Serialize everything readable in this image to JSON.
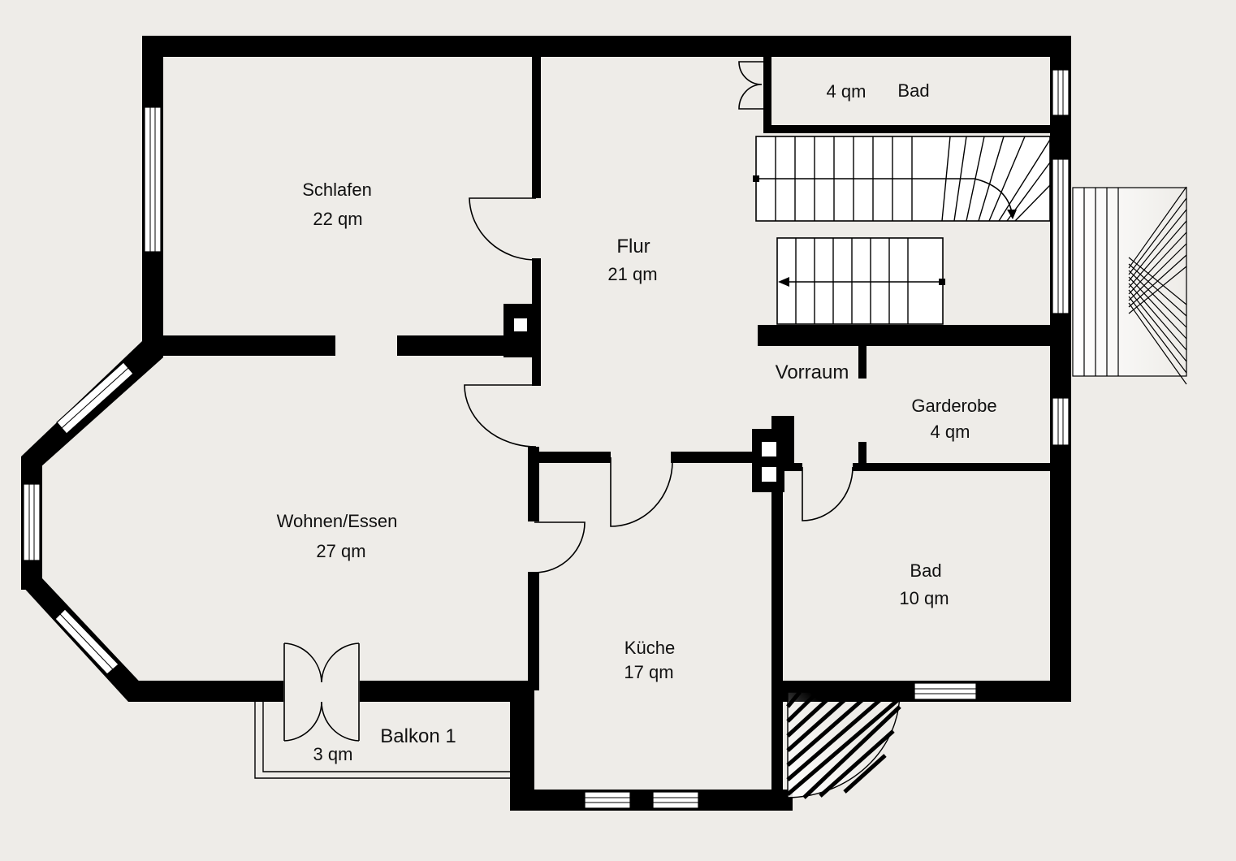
{
  "colors": {
    "background": "#eeece8",
    "wall": "#000000",
    "floor": "#eeece8",
    "window": "#ffffff"
  },
  "rooms": {
    "schlafen": {
      "name": "Schlafen",
      "area": "22 qm"
    },
    "flur": {
      "name": "Flur",
      "area": "21 qm"
    },
    "bad_top": {
      "area": "4 qm",
      "name": "Bad"
    },
    "vorraum": {
      "name": "Vorraum"
    },
    "garderobe": {
      "name": "Garderobe",
      "area": "4 qm"
    },
    "wohnen": {
      "name": "Wohnen/Essen",
      "area": "27 qm"
    },
    "kueche": {
      "name": "Küche",
      "area": "17 qm"
    },
    "bad": {
      "name": "Bad",
      "area": "10 qm"
    },
    "balkon": {
      "name": "Balkon 1",
      "area": "3 qm"
    }
  }
}
